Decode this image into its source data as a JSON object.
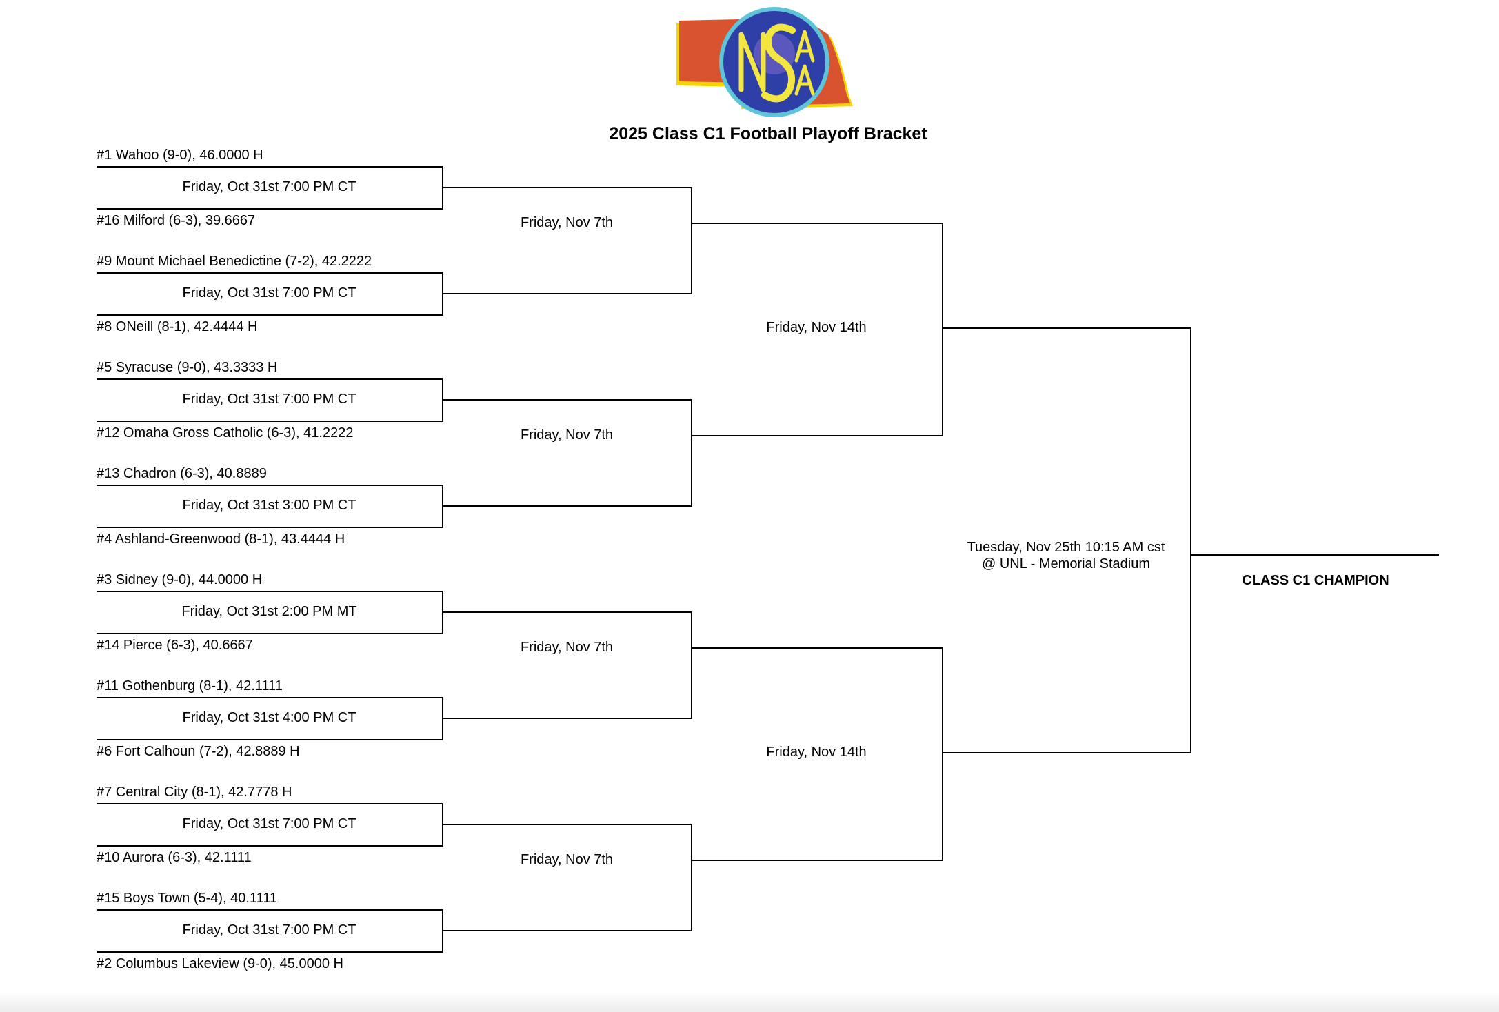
{
  "logo_text": "NSAA",
  "title": "2025 Class C1 Football Playoff Bracket",
  "round1": [
    {
      "top": "#1 Wahoo (9-0), 46.0000 H",
      "time": "Friday, Oct 31st 7:00 PM CT",
      "bottom": "#16 Milford (6-3), 39.6667"
    },
    {
      "top": "#9 Mount Michael Benedictine (7-2), 42.2222",
      "time": "Friday, Oct 31st 7:00 PM CT",
      "bottom": "#8 ONeill (8-1), 42.4444 H"
    },
    {
      "top": "#5 Syracuse (9-0), 43.3333 H",
      "time": "Friday, Oct 31st 7:00 PM CT",
      "bottom": "#12 Omaha Gross Catholic (6-3), 41.2222"
    },
    {
      "top": "#13 Chadron (6-3), 40.8889",
      "time": "Friday, Oct 31st 3:00 PM CT",
      "bottom": "#4 Ashland-Greenwood (8-1), 43.4444 H"
    },
    {
      "top": "#3 Sidney (9-0), 44.0000 H",
      "time": "Friday, Oct 31st 2:00 PM MT",
      "bottom": "#14 Pierce (6-3), 40.6667"
    },
    {
      "top": "#11 Gothenburg (8-1), 42.1111",
      "time": "Friday, Oct 31st 4:00 PM CT",
      "bottom": "#6 Fort Calhoun (7-2), 42.8889 H"
    },
    {
      "top": "#7 Central City (8-1), 42.7778 H",
      "time": "Friday, Oct 31st 7:00 PM CT",
      "bottom": "#10 Aurora (6-3), 42.1111"
    },
    {
      "top": "#15 Boys Town (5-4), 40.1111",
      "time": "Friday, Oct 31st 7:00 PM CT",
      "bottom": "#2 Columbus Lakeview (9-0), 45.0000 H"
    }
  ],
  "round2": [
    "Friday, Nov 7th",
    "Friday, Nov 7th",
    "Friday, Nov 7th",
    "Friday, Nov 7th"
  ],
  "round3": [
    "Friday, Nov 14th",
    "Friday, Nov 14th"
  ],
  "final": {
    "line1": "Tuesday, Nov 25th 10:15 AM cst",
    "line2": "@ UNL - Memorial Stadium"
  },
  "champion_label": "CLASS C1 CHAMPION"
}
